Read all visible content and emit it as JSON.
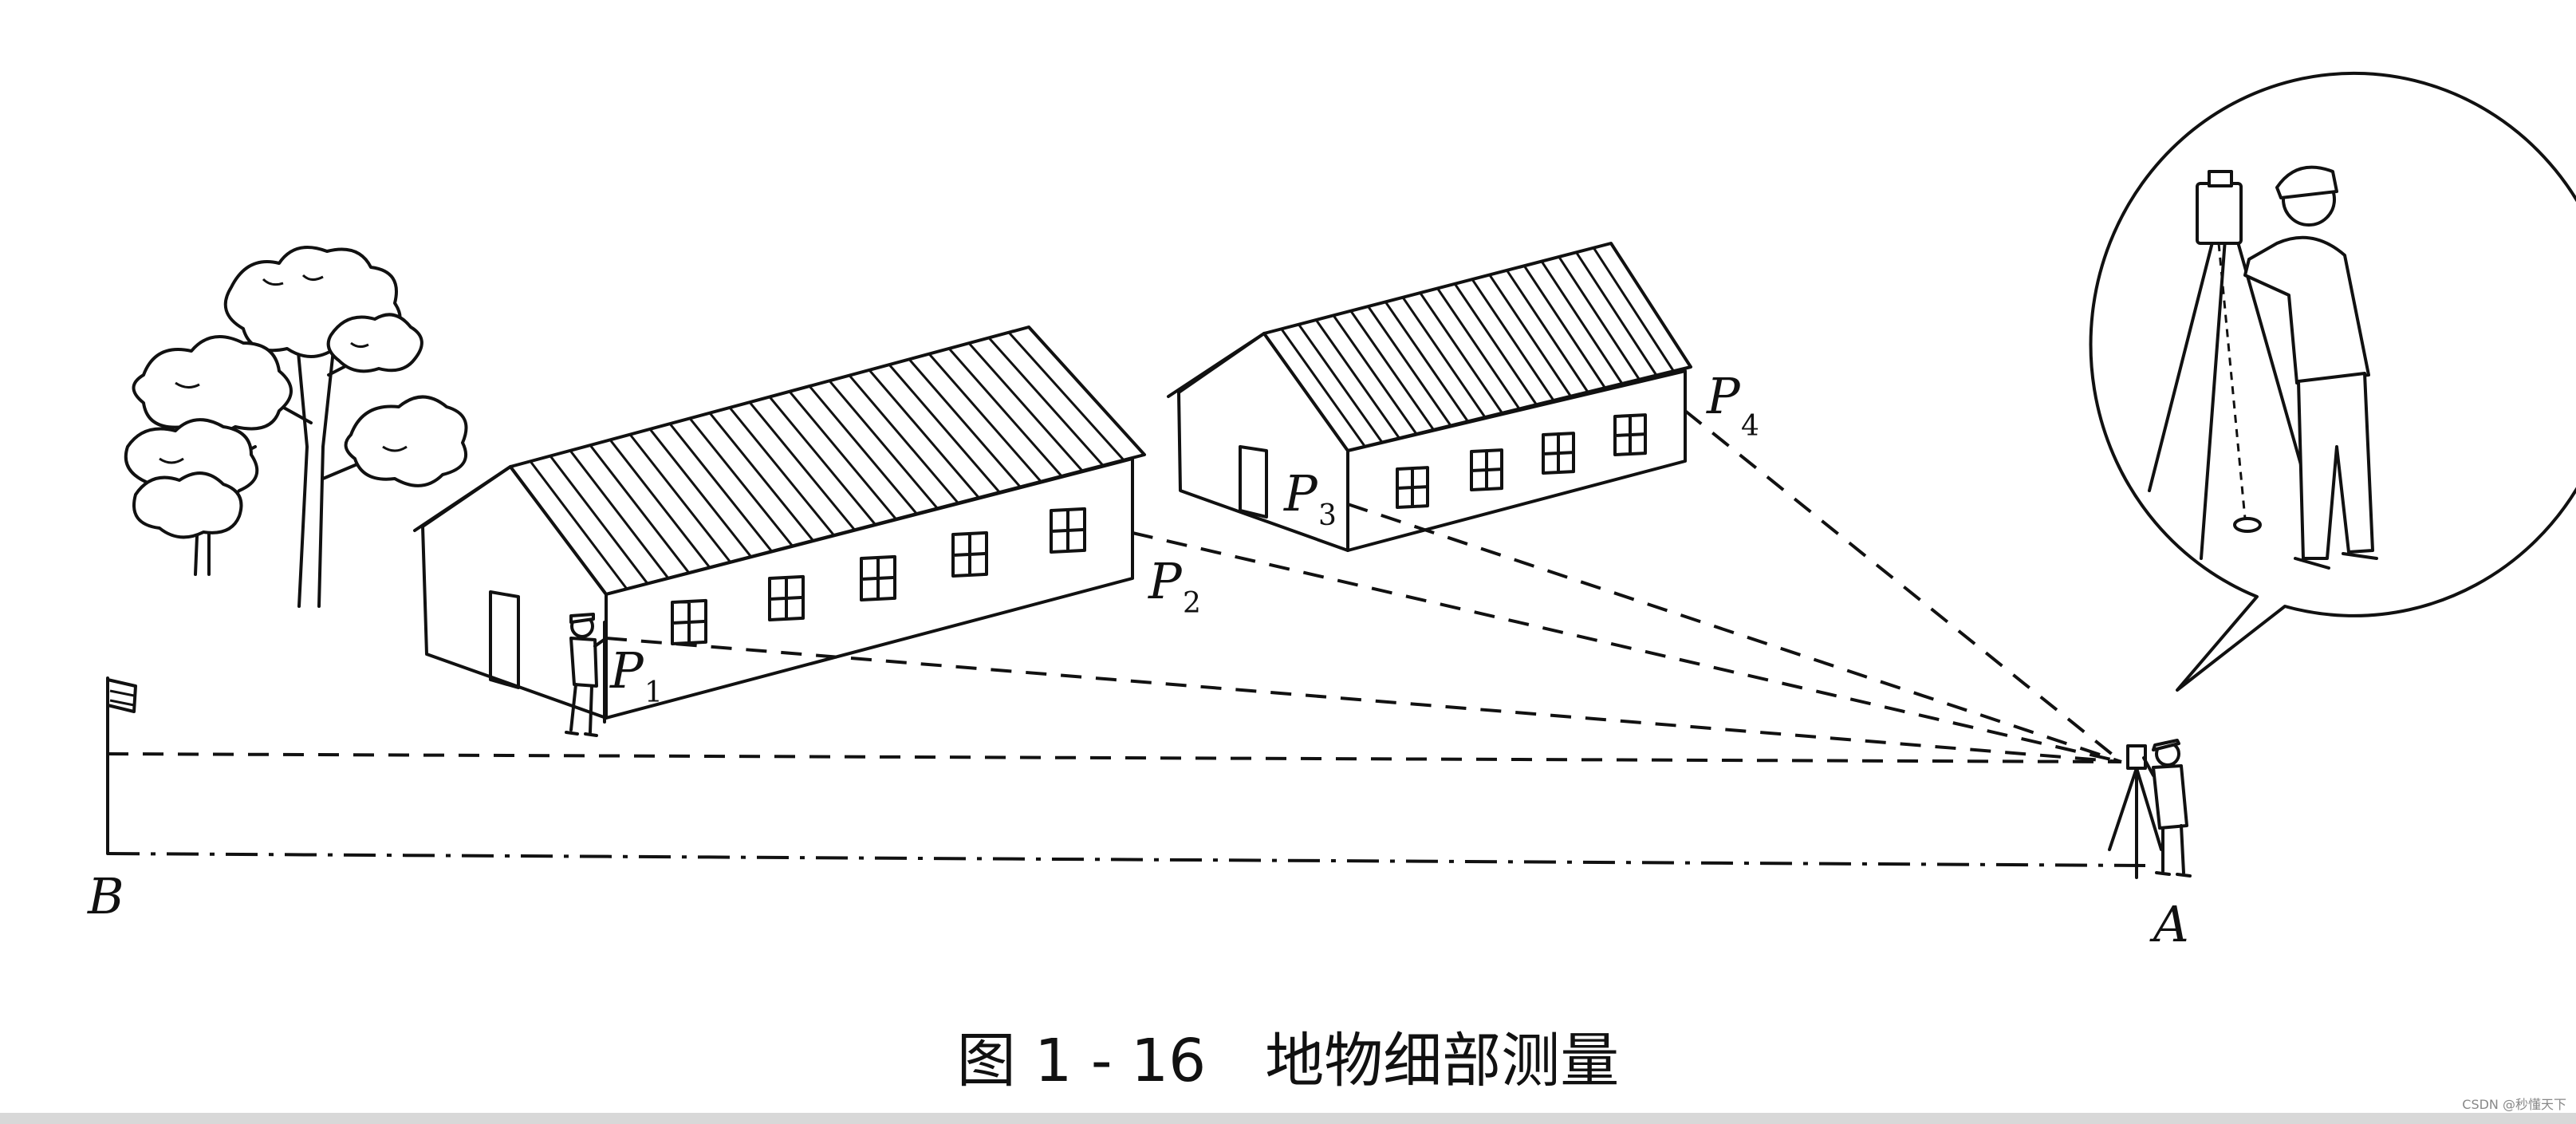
{
  "labels": {
    "p1": {
      "main": "P",
      "sub": "1"
    },
    "p2": {
      "main": "P",
      "sub": "2"
    },
    "p3": {
      "main": "P",
      "sub": "3"
    },
    "p4": {
      "main": "P",
      "sub": "4"
    },
    "a": "A",
    "b": "B"
  },
  "caption": "图 1 - 16　地物细部测量",
  "watermark": "CSDN @秒懂天下"
}
